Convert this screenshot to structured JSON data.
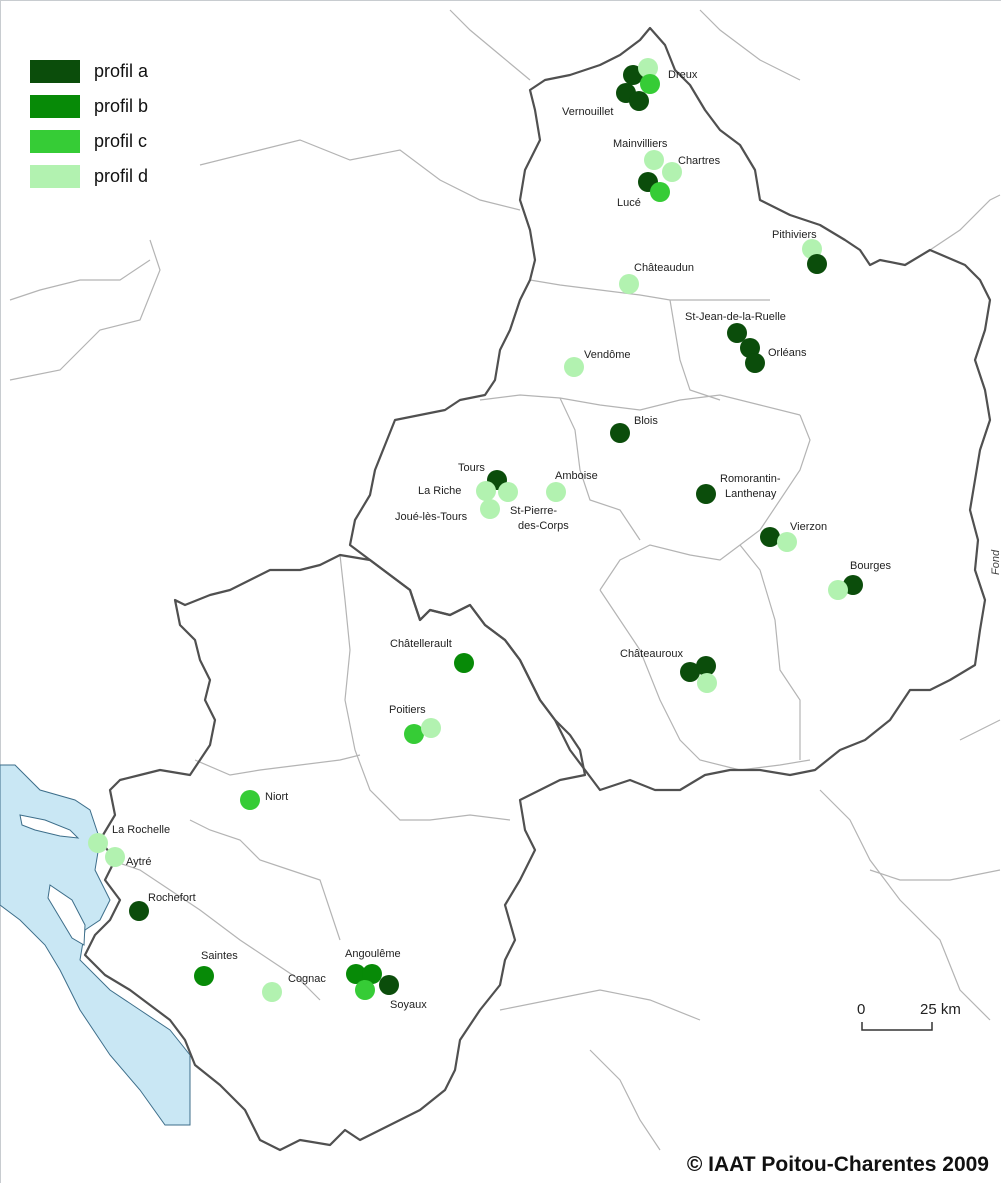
{
  "legend": {
    "items": [
      {
        "label": "profil a",
        "color": "#0b4d0b"
      },
      {
        "label": "profil b",
        "color": "#078a07"
      },
      {
        "label": "profil c",
        "color": "#36cc36"
      },
      {
        "label": "profil d",
        "color": "#b2f2b0"
      }
    ]
  },
  "colors": {
    "a": "#0b4d0b",
    "b": "#078a07",
    "c": "#36cc36",
    "d": "#b2f2b0",
    "region_border": "#505050",
    "department_border": "#b4b4b4",
    "sea": "#c9e7f4"
  },
  "cities": [
    {
      "name": "Dreux"
    },
    {
      "name": "Vernouillet"
    },
    {
      "name": "Mainvilliers"
    },
    {
      "name": "Chartres"
    },
    {
      "name": "Lucé"
    },
    {
      "name": "Pithiviers"
    },
    {
      "name": "Châteaudun"
    },
    {
      "name": "St-Jean-de-la-Ruelle"
    },
    {
      "name": "Orléans"
    },
    {
      "name": "Vendôme"
    },
    {
      "name": "Blois"
    },
    {
      "name": "Tours"
    },
    {
      "name": "La Riche"
    },
    {
      "name": "Amboise"
    },
    {
      "name": "Joué-lès-Tours"
    },
    {
      "name": "St-Pierre-"
    },
    {
      "name": "des-Corps"
    },
    {
      "name": "Romorantin-"
    },
    {
      "name": "Lanthenay"
    },
    {
      "name": "Vierzon"
    },
    {
      "name": "Bourges"
    },
    {
      "name": "Châtellerault"
    },
    {
      "name": "Châteauroux"
    },
    {
      "name": "Poitiers"
    },
    {
      "name": "Niort"
    },
    {
      "name": "La Rochelle"
    },
    {
      "name": "Aytré"
    },
    {
      "name": "Rochefort"
    },
    {
      "name": "Saintes"
    },
    {
      "name": "Cognac"
    },
    {
      "name": "Angoulême"
    },
    {
      "name": "Soyaux"
    }
  ],
  "points": [
    {
      "profile": "a"
    },
    {
      "profile": "d"
    },
    {
      "profile": "c"
    },
    {
      "profile": "a"
    },
    {
      "profile": "a"
    },
    {
      "profile": "d"
    },
    {
      "profile": "d"
    },
    {
      "profile": "a"
    },
    {
      "profile": "c"
    },
    {
      "profile": "d"
    },
    {
      "profile": "a"
    },
    {
      "profile": "d"
    },
    {
      "profile": "a"
    },
    {
      "profile": "a"
    },
    {
      "profile": "a"
    },
    {
      "profile": "d"
    },
    {
      "profile": "a"
    },
    {
      "profile": "a"
    },
    {
      "profile": "d"
    },
    {
      "profile": "d"
    },
    {
      "profile": "d"
    },
    {
      "profile": "d"
    },
    {
      "profile": "a"
    },
    {
      "profile": "a"
    },
    {
      "profile": "d"
    },
    {
      "profile": "a"
    },
    {
      "profile": "d"
    },
    {
      "profile": "b"
    },
    {
      "profile": "a"
    },
    {
      "profile": "a"
    },
    {
      "profile": "d"
    },
    {
      "profile": "c"
    },
    {
      "profile": "d"
    },
    {
      "profile": "c"
    },
    {
      "profile": "d"
    },
    {
      "profile": "d"
    },
    {
      "profile": "a"
    },
    {
      "profile": "b"
    },
    {
      "profile": "d"
    },
    {
      "profile": "b"
    },
    {
      "profile": "b"
    },
    {
      "profile": "c"
    },
    {
      "profile": "a"
    }
  ],
  "scale_bar": {
    "start_label": "0",
    "end_label": "25 km"
  },
  "source_note": "Fond Cartographique GEOSIGNAL©",
  "credit": "© IAAT Poitou-Charentes 2009"
}
